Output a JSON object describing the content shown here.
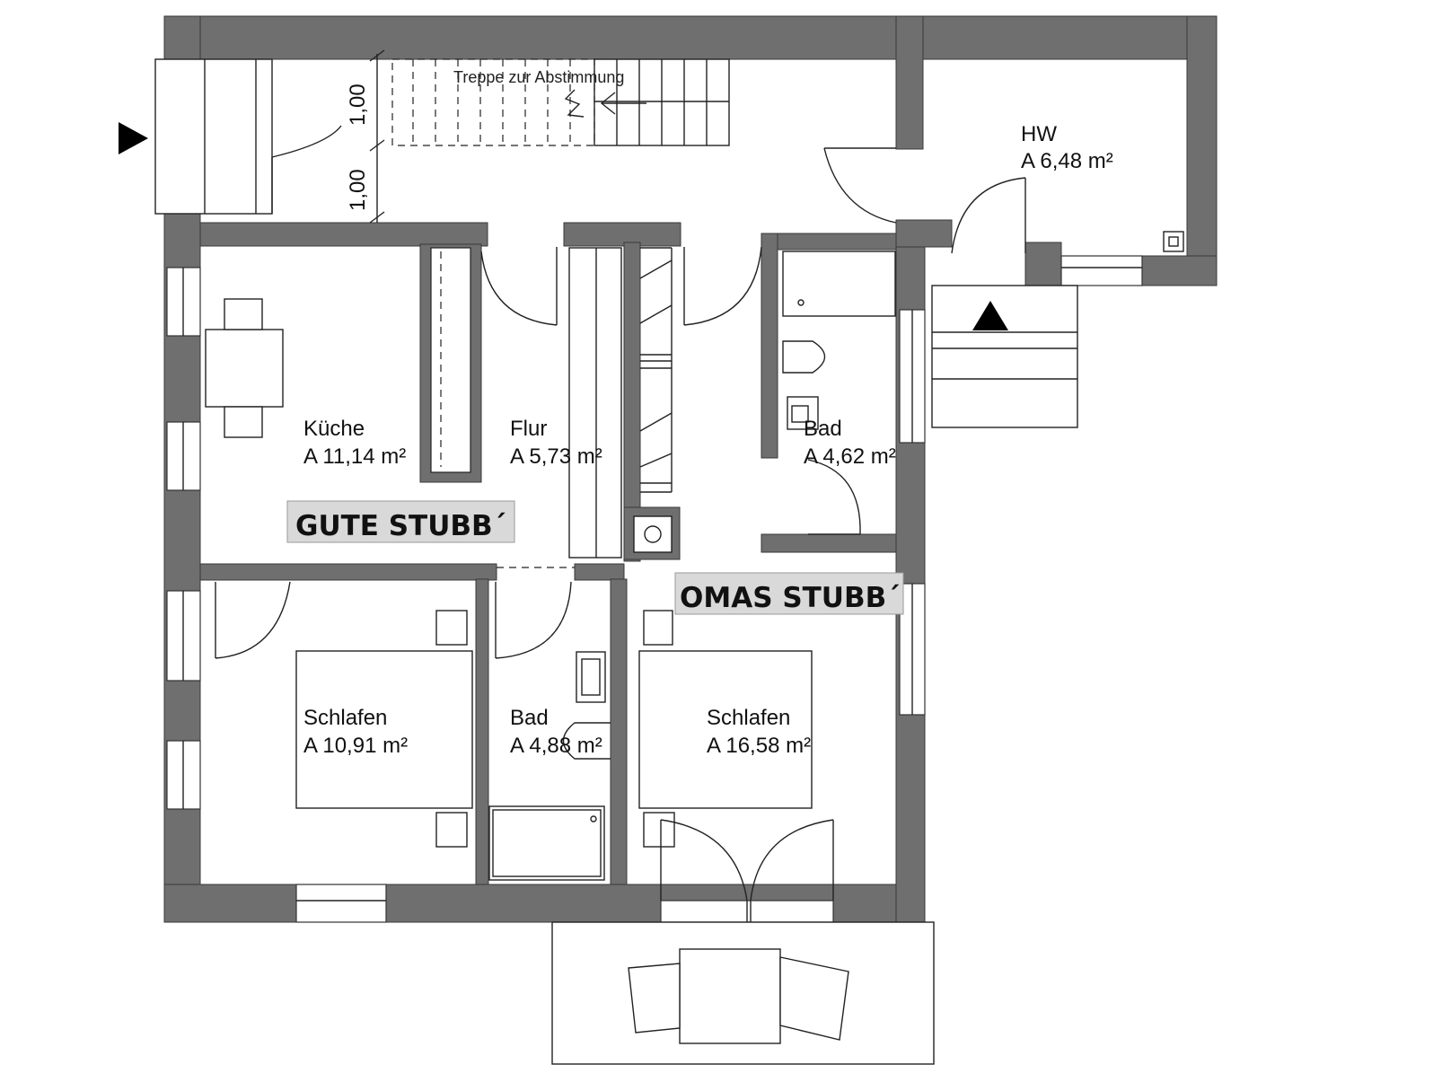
{
  "rooms": {
    "hw": {
      "name": "HW",
      "area": "A 6,48 m²"
    },
    "kueche": {
      "name": "Küche",
      "area": "A 11,14 m²"
    },
    "flur": {
      "name": "Flur",
      "area": "A 5,73 m²"
    },
    "bad_top": {
      "name": "Bad",
      "area": "A 4,62 m²"
    },
    "schlafen1": {
      "name": "Schlafen",
      "area": "A 10,91 m²"
    },
    "bad_bottom": {
      "name": "Bad",
      "area": "A 4,88 m²"
    },
    "schlafen2": {
      "name": "Schlafen",
      "area": "A 16,58 m²"
    }
  },
  "zones": {
    "gute_stubb": "GUTE STUBB´",
    "omas_stubb": "OMAS STUBB´"
  },
  "stair_label": "Treppe zur Abstimmung",
  "dimensions": {
    "upper": "1,00",
    "lower": "1,00"
  },
  "colors": {
    "wall": "#6f6f6f",
    "zone_bg": "#d9d9d9",
    "line": "#222222"
  }
}
